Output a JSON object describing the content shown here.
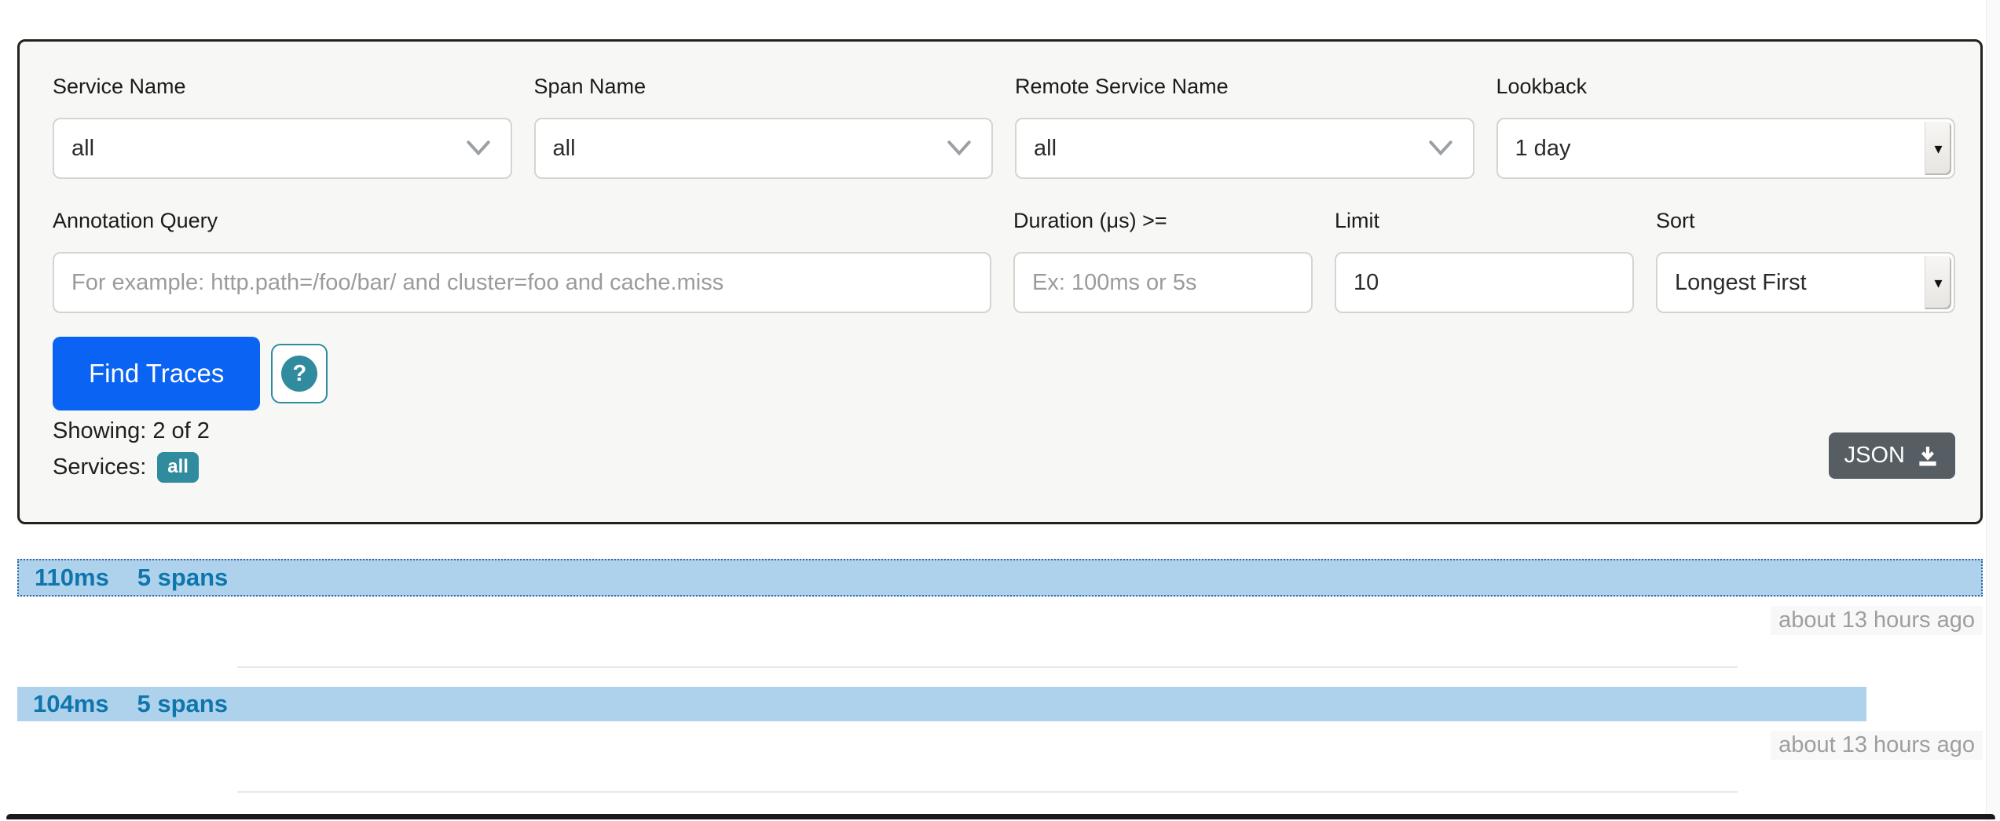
{
  "search_panel": {
    "fields": {
      "service_name": {
        "label": "Service Name",
        "value": "all"
      },
      "span_name": {
        "label": "Span Name",
        "value": "all"
      },
      "remote_service_name": {
        "label": "Remote Service Name",
        "value": "all"
      },
      "lookback": {
        "label": "Lookback",
        "value": "1 day"
      },
      "annotation_query": {
        "label": "Annotation Query",
        "placeholder": "For example: http.path=/foo/bar/ and cluster=foo and cache.miss"
      },
      "duration": {
        "label": "Duration (μs) >=",
        "placeholder": "Ex: 100ms or 5s"
      },
      "limit": {
        "label": "Limit",
        "value": "10"
      },
      "sort": {
        "label": "Sort",
        "value": "Longest First"
      }
    },
    "find_traces_label": "Find Traces",
    "help_label": "?",
    "showing_text": "Showing: 2 of 2",
    "services_label": "Services:",
    "services_badge": "all",
    "json_button_label": "JSON"
  },
  "traces": [
    {
      "duration": "110ms",
      "span_count": "5 spans",
      "age": "about 13 hours ago",
      "width_pct": 100,
      "highlighted": true
    },
    {
      "duration": "104ms",
      "span_count": "5 spans",
      "age": "about 13 hours ago",
      "width_pct": 94.1,
      "highlighted": false
    }
  ],
  "colors": {
    "accent_blue": "#0b63f3",
    "trace_bar_blue": "#aed2ec",
    "trace_text_blue": "#0f75ad",
    "badge_teal": "#2f8b9d",
    "json_button_gray": "#565e64",
    "panel_border": "#23211e"
  }
}
